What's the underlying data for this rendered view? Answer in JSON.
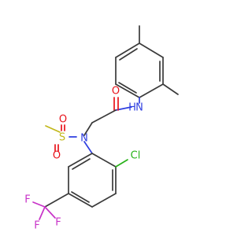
{
  "molecule": {
    "atoms": {
      "o_amide": "O",
      "nh": "N",
      "h": "H",
      "n_sulfonamide": "N",
      "s": "S",
      "o_s1": "O",
      "o_s2": "O",
      "cl": "Cl",
      "f1": "F",
      "f2": "F",
      "f3": "F"
    },
    "colors": {
      "carbon": "#3a3a3a",
      "oxygen": "#e8131b",
      "nitrogen": "#2f3fe0",
      "sulfur": "#c2b81a",
      "chlorine": "#28b219",
      "fluorine": "#c832c8"
    }
  }
}
